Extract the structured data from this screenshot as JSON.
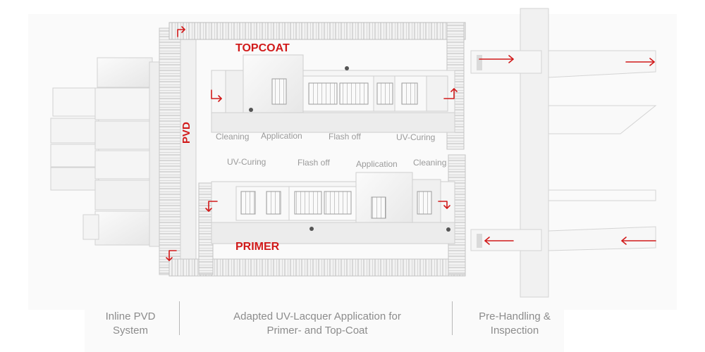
{
  "labels": {
    "topcoat": "TOPCOAT",
    "primer": "PRIMER",
    "pvd": "PVD"
  },
  "topcoat_stations": [
    "Cleaning",
    "Application",
    "Flash off",
    "UV-Curing"
  ],
  "primer_stations": [
    "UV-Curing",
    "Flash off",
    "Application",
    "Cleaning"
  ],
  "captions": {
    "left": [
      "Inline PVD",
      "System"
    ],
    "middle": [
      "Adapted UV-Lacquer Application for",
      "Primer- and Top-Coat"
    ],
    "right": [
      "Pre-Handling &",
      "Inspection"
    ]
  },
  "colors": {
    "accent": "#d11a1a",
    "label_gray": "#9a9a9a",
    "caption_gray": "#8c8c8c"
  }
}
